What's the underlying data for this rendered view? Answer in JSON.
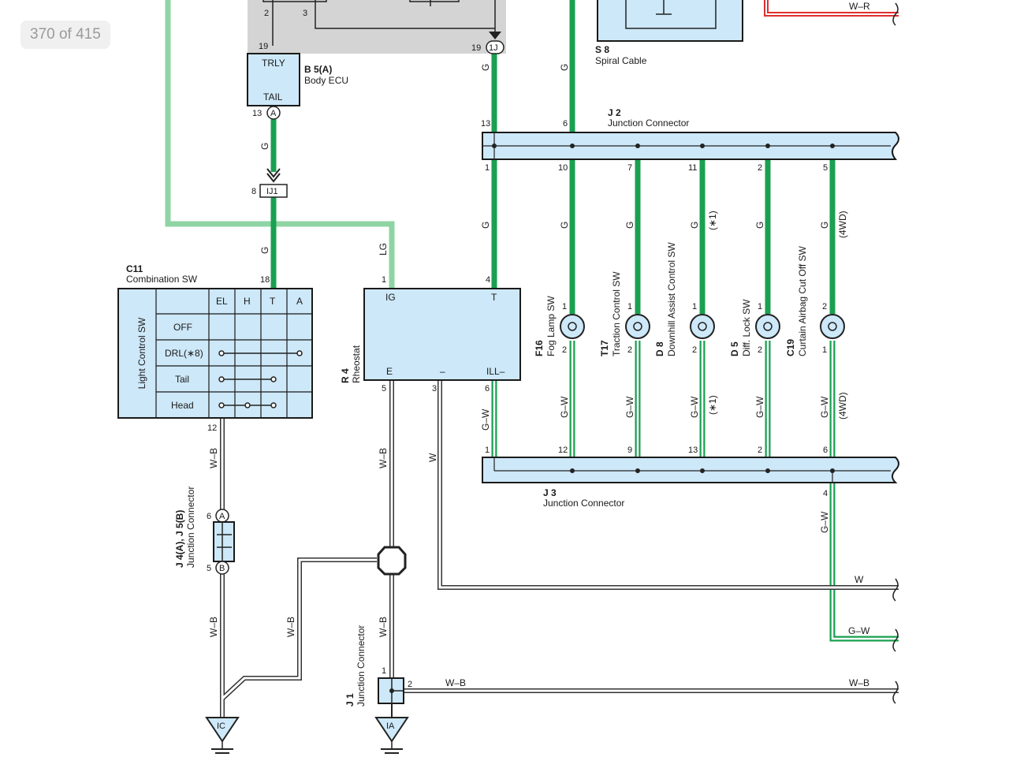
{
  "viewer": {
    "page_counter": "370 of 415"
  },
  "wire_colors": {
    "G": "#1aa050",
    "LG": "#8fd4a4",
    "W": "#ffffff",
    "W_B": "#ffffff",
    "G_W": "#1aa050",
    "W_R": "#e03030",
    "outline": "#333333"
  },
  "wire_labels": {
    "g": "G",
    "lg": "LG",
    "w": "W",
    "wb": "W–B",
    "gw": "G–W",
    "wr": "W–R",
    "n1": "(∗1)",
    "fwd": "(4WD)"
  },
  "components": {
    "b5": {
      "id": "B 5(A)",
      "name": "Body ECU",
      "pin_top": "TRLY",
      "pin_bottom": "TAIL",
      "pin_19": "19",
      "pin_13": "13",
      "conn": "A",
      "pin_2": "2",
      "pin_3": "3"
    },
    "ecu_top": {
      "pin": "19",
      "conn": "1J"
    },
    "s8": {
      "id": "S 8",
      "name": "Spiral Cable"
    },
    "j2": {
      "id": "J 2",
      "name": "Junction Connector",
      "pins_top": [
        "13",
        "6"
      ],
      "pins_bottom": [
        "1",
        "10",
        "7",
        "11",
        "2",
        "5"
      ]
    },
    "ij1": {
      "pin": "8",
      "conn": "IJ1"
    },
    "c11": {
      "id": "C11",
      "name": "Combination SW",
      "side_label": "Light Control SW",
      "columns": [
        "EL",
        "H",
        "T",
        "A"
      ],
      "rows": [
        "OFF",
        "DRL(∗8)",
        "Tail",
        "Head"
      ],
      "pin_18": "18",
      "pin_12": "12"
    },
    "r4": {
      "id": "R 4",
      "name": "Rheostat",
      "ig": "IG",
      "t": "T",
      "e": "E",
      "minus": "–",
      "ill": "ILL–",
      "pin_1": "1",
      "pin_4": "4",
      "pin_5": "5",
      "pin_3": "3",
      "pin_6": "6"
    },
    "switches": [
      {
        "id": "F16",
        "name": "Fog Lamp SW",
        "pin_a": "1",
        "pin_b": "2"
      },
      {
        "id": "T17",
        "name": "Traction Control SW",
        "pin_a": "1",
        "pin_b": "2"
      },
      {
        "id": "D 8",
        "name": "Downhill Assist Control SW",
        "pin_a": "1",
        "pin_b": "2"
      },
      {
        "id": "D 5",
        "name": "Diff. Lock SW",
        "pin_a": "1",
        "pin_b": "2"
      },
      {
        "id": "C19",
        "name": "Curtain Airbag Cut Off SW",
        "pin_a": "2",
        "pin_b": "1"
      }
    ],
    "j3": {
      "id": "J 3",
      "name": "Junction Connector",
      "pins_top": [
        "1",
        "12",
        "9",
        "13",
        "2",
        "6"
      ],
      "pin_4": "4"
    },
    "j4": {
      "id": "J 4(A), J 5(B)",
      "name": "Junction Connector",
      "pin_6": "6",
      "pin_5": "5",
      "conn_a": "A",
      "conn_b": "B"
    },
    "j1": {
      "id": "J 1",
      "name": "Junction Connector",
      "pin_1": "1",
      "pin_2": "2"
    },
    "grounds": {
      "ic": "IC",
      "ia": "IA"
    }
  }
}
